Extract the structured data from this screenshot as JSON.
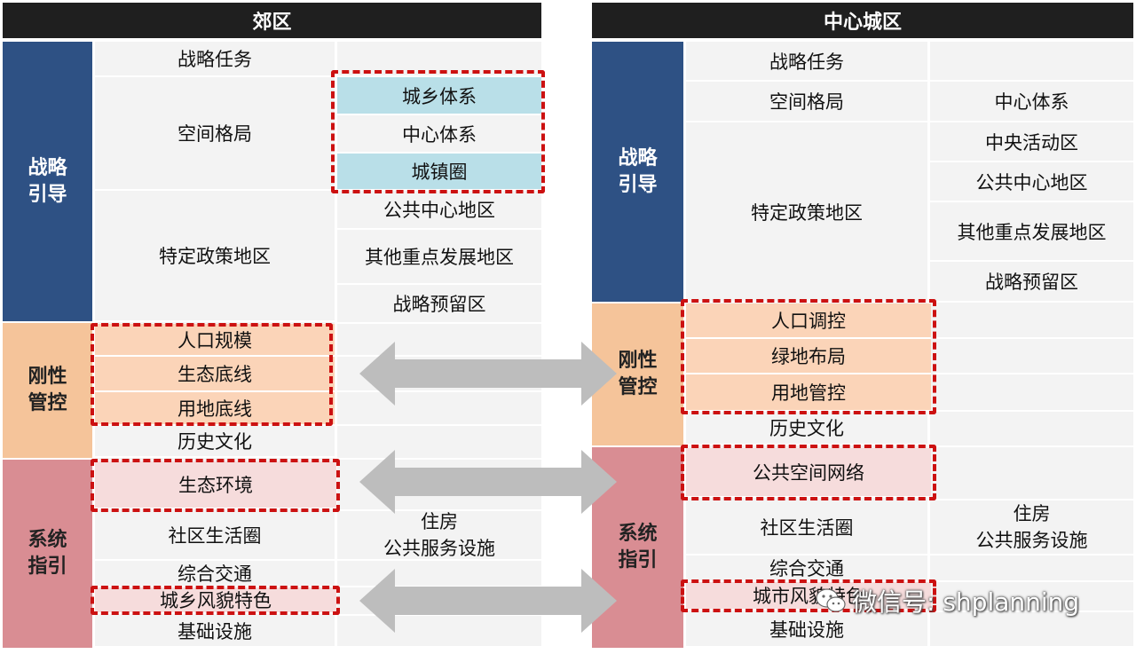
{
  "left": {
    "header": "郊区",
    "categories": [
      {
        "line1": "战略",
        "line2": "引导",
        "color": "#2e5184"
      },
      {
        "line1": "刚性",
        "line2": "管控",
        "color": "#f5c49a"
      },
      {
        "line1": "系统",
        "line2": "指引",
        "color": "#d98d93"
      }
    ],
    "items": {
      "a1": "战略任务",
      "a2": "空间格局",
      "a3": "特定政策地区",
      "b1": "城乡体系",
      "b2": "中心体系",
      "b3": "城镇圈",
      "b4": "公共中心地区",
      "b5": "其他重点发展地区",
      "b6": "战略预留区",
      "c1": "人口规模",
      "c2": "生态底线",
      "c3": "用地底线",
      "c4": "历史文化",
      "d1": "生态环境",
      "d2": "社区生活圈",
      "d3": "综合交通",
      "d4": "城乡风貌特色",
      "d5": "基础设施",
      "housing1": "住房",
      "housing2": "公共服务设施"
    }
  },
  "right": {
    "header": "中心城区",
    "categories": [
      {
        "line1": "战略",
        "line2": "引导",
        "color": "#2e5184"
      },
      {
        "line1": "刚性",
        "line2": "管控",
        "color": "#f5c49a"
      },
      {
        "line1": "系统",
        "line2": "指引",
        "color": "#d98d93"
      }
    ],
    "items": {
      "a1": "战略任务",
      "a2": "空间格局",
      "a3": "特定政策地区",
      "b1": "中心体系",
      "b2": "中央活动区",
      "b3": "公共中心地区",
      "b4": "其他重点发展地区",
      "b5": "战略预留区",
      "c1": "人口调控",
      "c2": "绿地布局",
      "c3": "用地管控",
      "c4": "历史文化",
      "d1": "公共空间网络",
      "d2": "社区生活圈",
      "d3": "综合交通",
      "d4": "城市风貌特色",
      "d5": "基础设施",
      "housing1": "住房",
      "housing2": "公共服务设施"
    }
  },
  "watermark": "微信号: shplanning",
  "colors": {
    "header_bg": "#1f1f1f",
    "strategy": "#2e5184",
    "rigid": "#f5c49a",
    "system": "#d98d93",
    "highlight_blue": "#b9dfe8",
    "highlight_orange": "#fbd4b8",
    "highlight_pink": "#f6dcdc",
    "dash_red": "#cc1111",
    "arrow_gray": "#bdbdbd"
  },
  "icons": {
    "arrow": "double-arrow-icon",
    "logo": "wechat-logo-icon"
  }
}
